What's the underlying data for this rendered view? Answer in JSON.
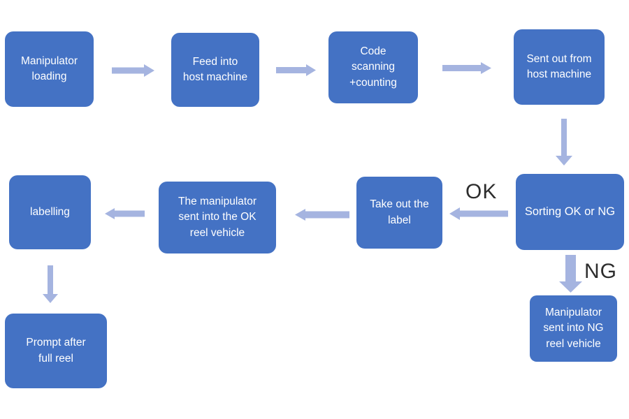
{
  "diagram": {
    "type": "flowchart",
    "colors": {
      "background": "#ffffff",
      "node_fill": "#4472c4",
      "node_text": "#ffffff",
      "arrow": "#a5b4e0",
      "branch_label_text": "#2d2d2d"
    },
    "nodes": [
      {
        "id": "manipulator-loading",
        "label": "Manipulator\nloading"
      },
      {
        "id": "feed-into-host",
        "label": "Feed into\nhost machine"
      },
      {
        "id": "code-scanning",
        "label": "Code\nscanning\n+counting"
      },
      {
        "id": "sent-out-from-host",
        "label": "Sent out from\nhost machine"
      },
      {
        "id": "sorting",
        "label": "Sorting OK or NG"
      },
      {
        "id": "take-out-label",
        "label": "Take out the\nlabel"
      },
      {
        "id": "manipulator-ok-reel",
        "label": "The manipulator\nsent into the OK\nreel vehicle"
      },
      {
        "id": "labelling",
        "label": "labelling"
      },
      {
        "id": "prompt-full-reel",
        "label": "Prompt after\nfull reel"
      },
      {
        "id": "manipulator-ng-reel",
        "label": "Manipulator\nsent into NG\nreel vehicle"
      }
    ],
    "edges": [
      {
        "from": "manipulator-loading",
        "to": "feed-into-host",
        "label": ""
      },
      {
        "from": "feed-into-host",
        "to": "code-scanning",
        "label": ""
      },
      {
        "from": "code-scanning",
        "to": "sent-out-from-host",
        "label": ""
      },
      {
        "from": "sent-out-from-host",
        "to": "sorting",
        "label": ""
      },
      {
        "from": "sorting",
        "to": "take-out-label",
        "label": "OK"
      },
      {
        "from": "take-out-label",
        "to": "manipulator-ok-reel",
        "label": ""
      },
      {
        "from": "manipulator-ok-reel",
        "to": "labelling",
        "label": ""
      },
      {
        "from": "labelling",
        "to": "prompt-full-reel",
        "label": ""
      },
      {
        "from": "sorting",
        "to": "manipulator-ng-reel",
        "label": "NG"
      }
    ]
  }
}
